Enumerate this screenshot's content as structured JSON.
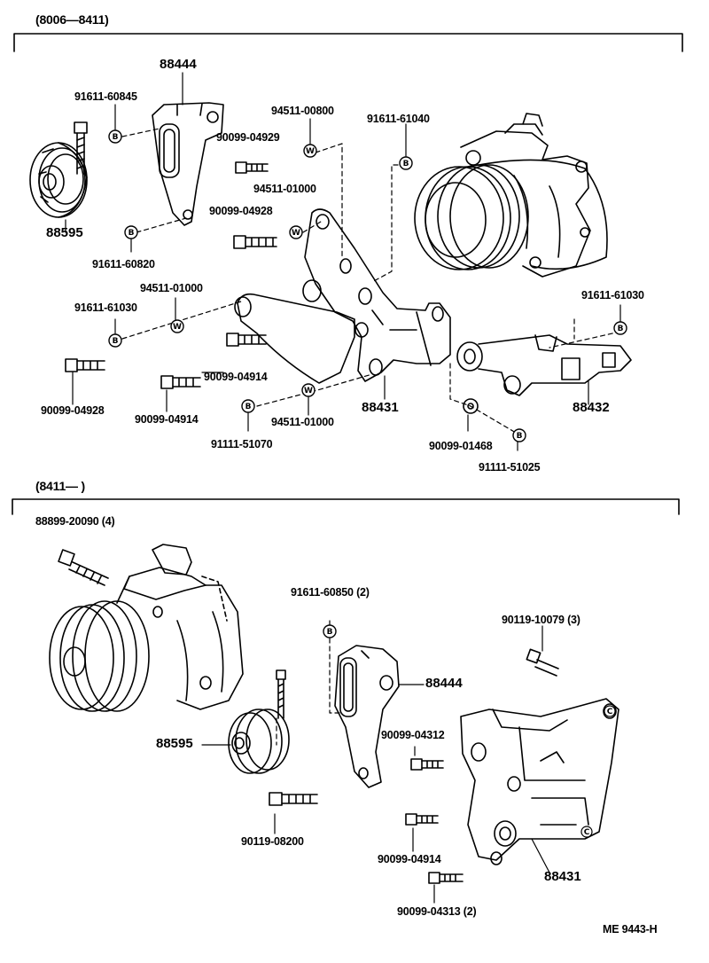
{
  "sections": [
    {
      "range": "(8006—8411)"
    },
    {
      "range": "(8411—        )"
    }
  ],
  "upper": {
    "p88444": "88444",
    "p88595": "88595",
    "p88431": "88431",
    "p88432": "88432",
    "l91611_60845": "91611-60845",
    "l94511_00800": "94511-00800",
    "l91611_61040": "91611-61040",
    "l90099_04929": "90099-04929",
    "l94511_01000_a": "94511-01000",
    "l90099_04928_a": "90099-04928",
    "l91611_60820": "91611-60820",
    "l94511_01000_b": "94511-01000",
    "l91611_61030_a": "91611-61030",
    "l91611_61030_b": "91611-61030",
    "l90099_04914_a": "90099-04914",
    "l90099_04928_b": "90099-04928",
    "l90099_04914_b": "90099-04914",
    "l94511_01000_c": "94511-01000",
    "l91111_51070": "91111-51070",
    "l90099_01468": "90099-01468",
    "l91111_51025": "91111-51025"
  },
  "lower": {
    "l88899_20090": "88899-20090 (4)",
    "l91611_60850": "91611-60850 (2)",
    "l90119_10079": "90119-10079 (3)",
    "p88444": "88444",
    "p88595": "88595",
    "p88431": "88431",
    "l90099_04312": "90099-04312",
    "l90119_08200": "90119-08200",
    "l90099_04914": "90099-04914",
    "l90099_04313": "90099-04313 (2)"
  },
  "footer": {
    "code": "ME  9443-H"
  },
  "symbols": {
    "bolt_marker": "B",
    "washer_marker": "W",
    "corner_marker": "C"
  }
}
